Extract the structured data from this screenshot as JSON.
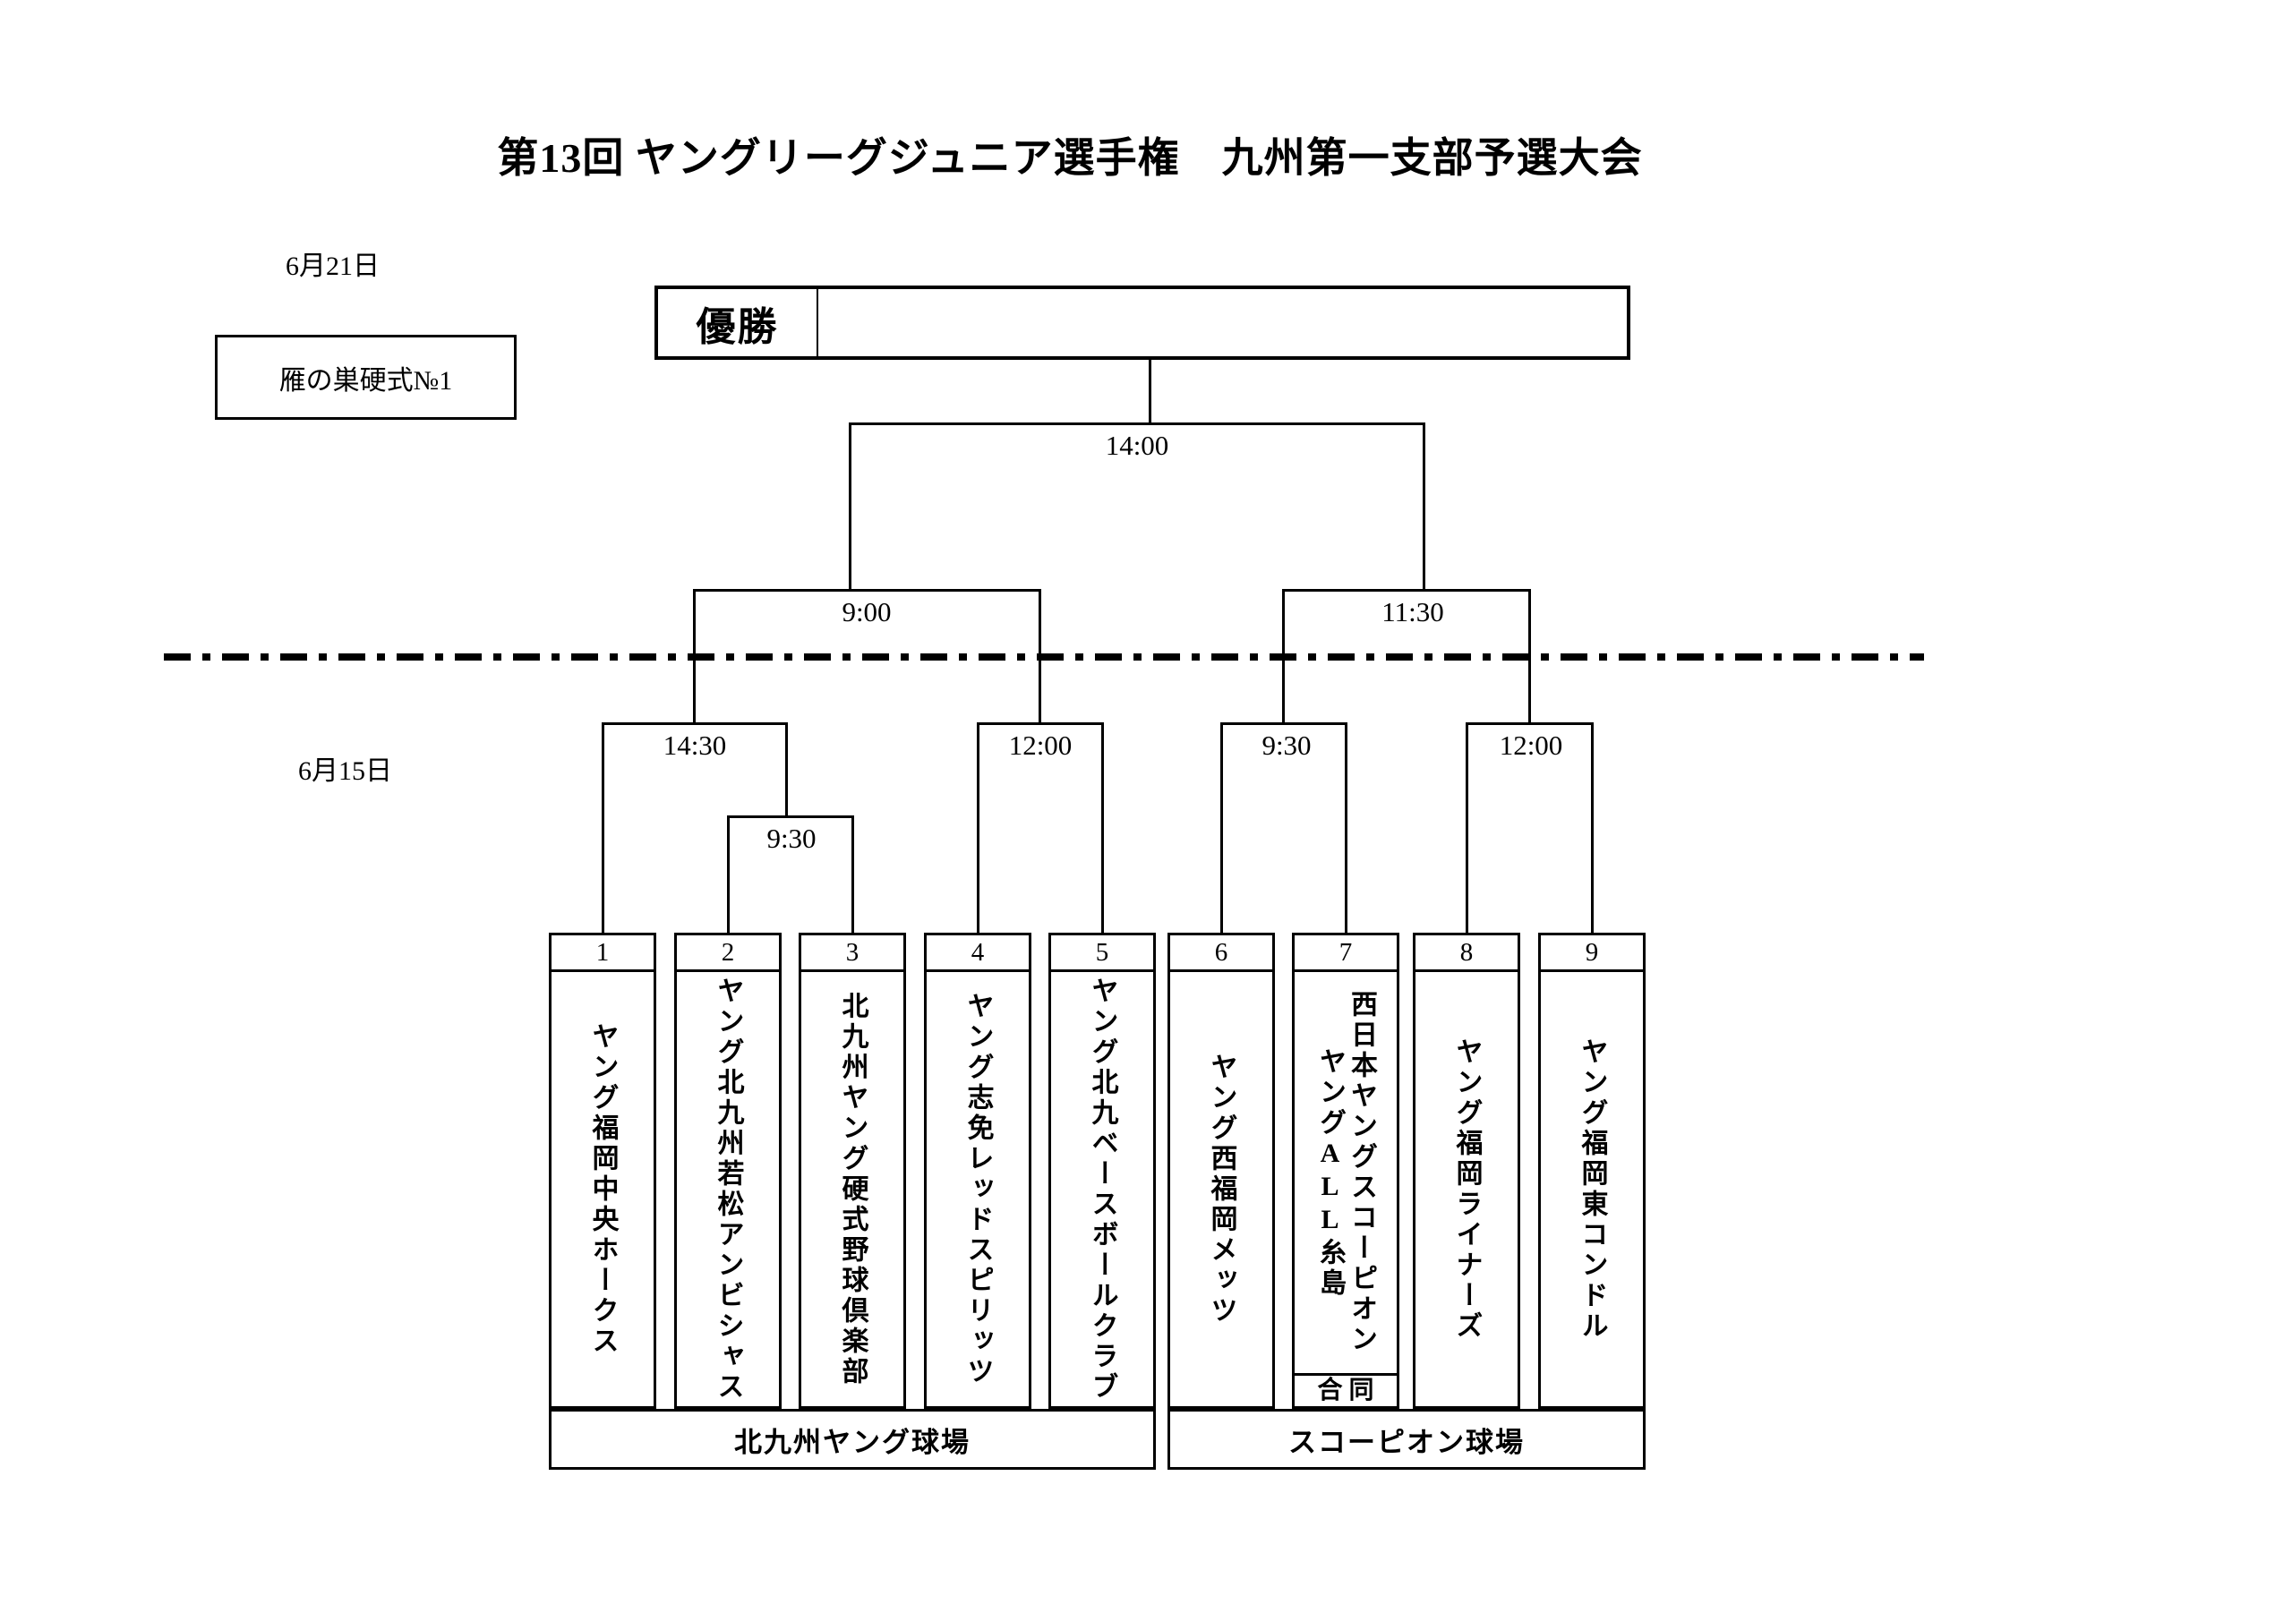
{
  "title": "第13回 ヤングリーグジュニア選手権　九州第一支部予選大会",
  "dates": {
    "final_day": "6月21日",
    "first_day": "6月15日"
  },
  "field_note": "雁の巣硬式№1",
  "champion": {
    "label": "優勝",
    "winner": ""
  },
  "times": {
    "final": "14:00",
    "semi_left": "9:00",
    "semi_right": "11:30",
    "qf_left_1": "14:30",
    "qf_left_2": "12:00",
    "qf_right_1": "9:30",
    "qf_right_2": "12:00",
    "first_round": "9:30"
  },
  "teams": [
    {
      "no": "1",
      "name": "ヤング福岡中央ホークス"
    },
    {
      "no": "2",
      "name": "ヤング北九州若松アンビシャス"
    },
    {
      "no": "3",
      "name": "北九州ヤング硬式野球倶楽部"
    },
    {
      "no": "4",
      "name": "ヤング志免レッドスピリッツ"
    },
    {
      "no": "5",
      "name": "ヤング北九ベースボールクラブ"
    },
    {
      "no": "6",
      "name": "ヤング西福岡メッツ"
    },
    {
      "no": "7",
      "name": "西日本ヤングスコーピオン",
      "name2": "ヤングALL糸島",
      "name2_parts": {
        "pre": "ヤング",
        "latin": "ALL",
        "post": "糸島"
      },
      "joint_label": "合 同"
    },
    {
      "no": "8",
      "name": "ヤング福岡ライナーズ"
    },
    {
      "no": "9",
      "name": "ヤング福岡東コンドル"
    }
  ],
  "venues": [
    {
      "name": "北九州ヤング球場"
    },
    {
      "name": "スコーピオン球場"
    }
  ]
}
